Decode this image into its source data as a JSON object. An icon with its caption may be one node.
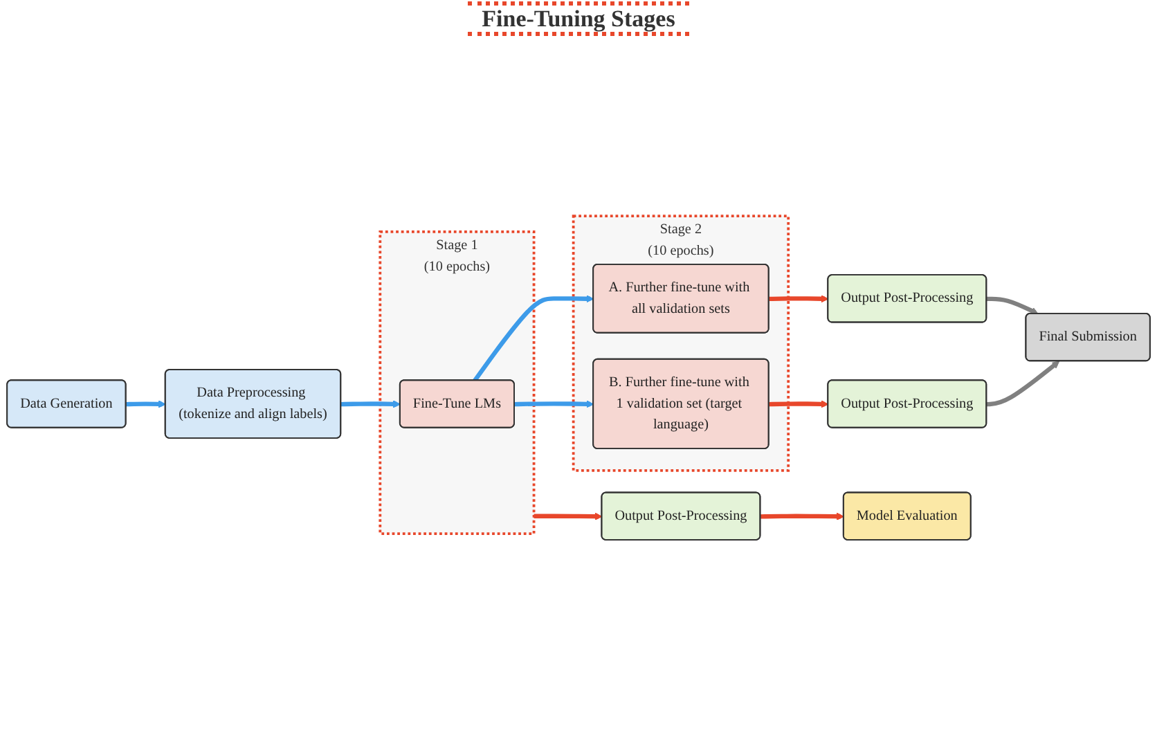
{
  "diagram": {
    "title": "Fine-Tuning Stages",
    "nodes": [
      {
        "text": [
          "Data Generation"
        ]
      },
      {
        "text": [
          "Data Preprocessing (tokenize and align labels)"
        ]
      },
      {
        "text": [
          "Stage 1",
          "(10 epochs)"
        ]
      },
      {
        "text": [
          "Fine-Tune LMs"
        ],
        "in": 2
      },
      {
        "text": [
          "Stage 2",
          "(10 epochs)"
        ]
      },
      {
        "text": [
          "A. Further fine-tune with all validation sets"
        ],
        "in": 4
      },
      {
        "text": [
          "B. Further fine-tune with 1 validation set (target language)"
        ],
        "in": 4
      },
      {
        "text": [
          "Output Post-Processing"
        ]
      },
      {
        "text": [
          "Final Submission"
        ]
      },
      {
        "text": [
          "Output Post-Processing"
        ]
      },
      {
        "text": [
          "Output Post-Processing"
        ]
      },
      {
        "text": [
          "Model Evaluation"
        ]
      }
    ],
    "edges": [
      {
        "from": 0,
        "to": 1,
        "arrow": "to",
        "color": "#3d9be9"
      },
      {
        "from": 1,
        "to": 3,
        "arrow": "to",
        "color": "#3d9be9"
      },
      {
        "from": 3,
        "to": 5,
        "arrow": "to",
        "color": "#3d9be9"
      },
      {
        "from": 3,
        "to": 6,
        "arrow": "to",
        "color": "#3d9be9"
      },
      {
        "from": 5,
        "to": 7,
        "arrow": "to",
        "color": "#e8472b"
      },
      {
        "from": 6,
        "to": 9,
        "arrow": "to",
        "color": "#e8472b"
      },
      {
        "from": 7,
        "to": 8,
        "arrow": "to",
        "color": "#808080"
      },
      {
        "from": 9,
        "to": 8,
        "arrow": "to",
        "color": "#808080"
      },
      {
        "from": 2,
        "to": 10,
        "arrow": "to",
        "color": "#e8472b"
      },
      {
        "from": 10,
        "to": 11,
        "arrow": "to",
        "color": "#e8472b"
      }
    ]
  }
}
